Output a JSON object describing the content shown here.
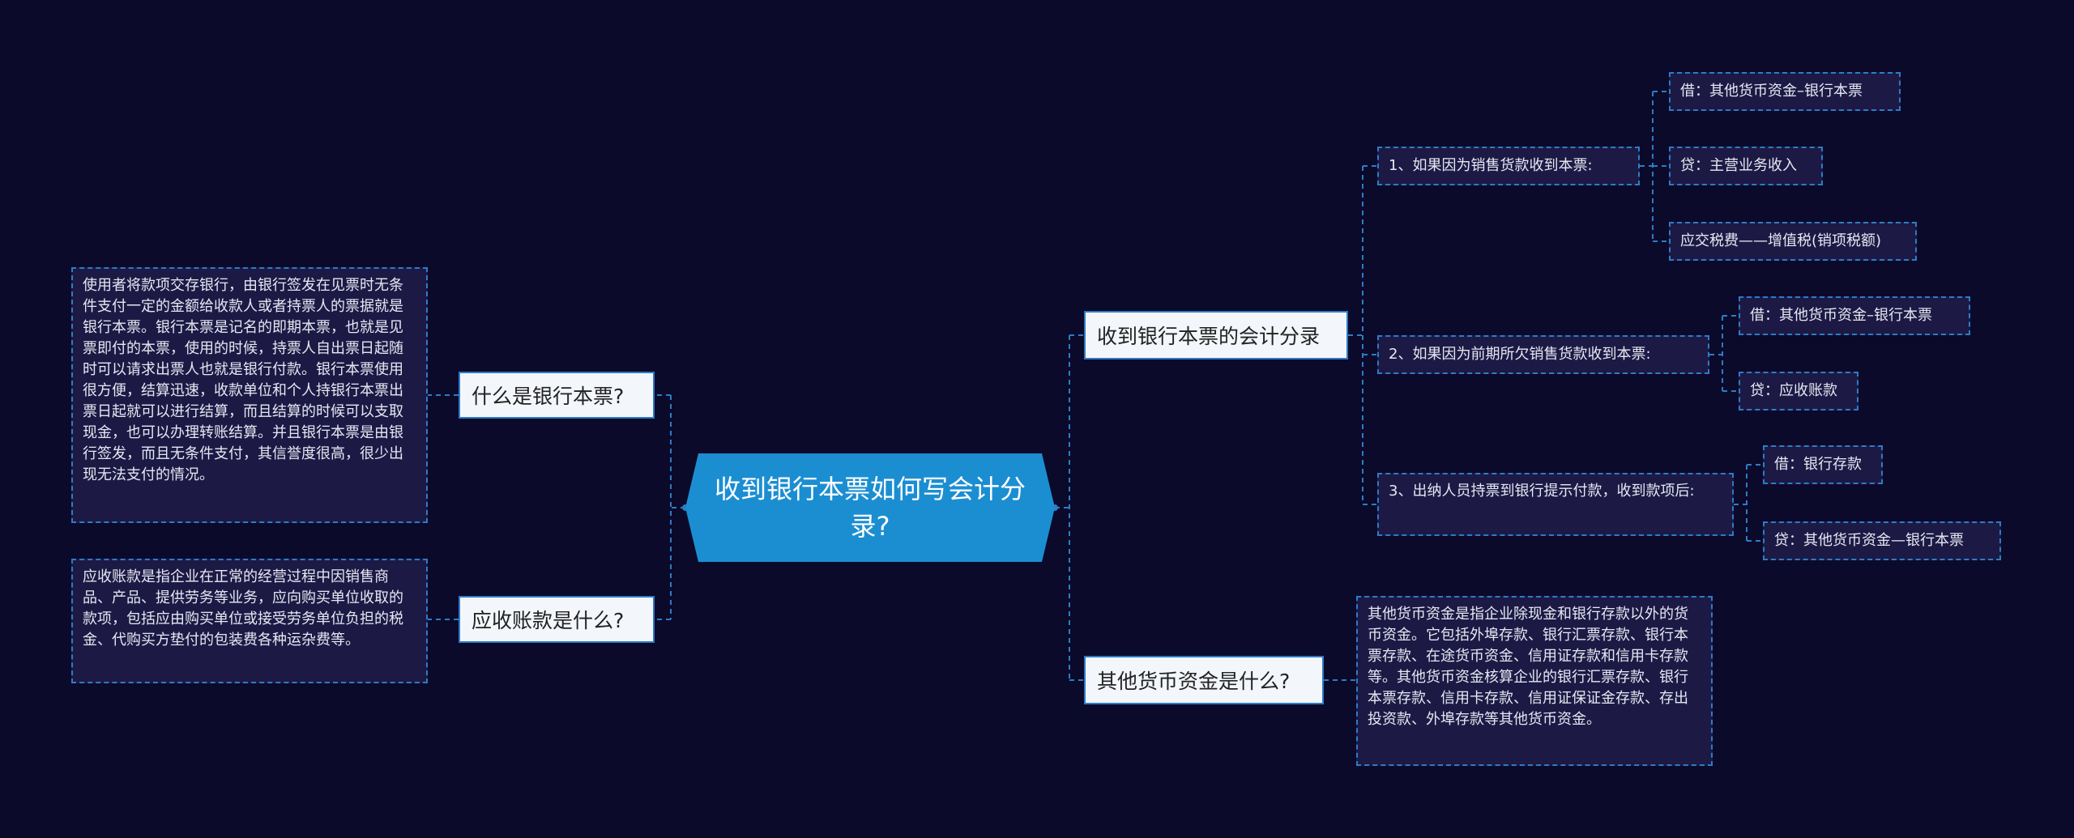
{
  "root": {
    "title": "收到银行本票如何写会计分录?"
  },
  "left": [
    {
      "label": "什么是银行本票?",
      "detail": "使用者将款项交存银行，由银行签发在见票时无条件支付一定的金额给收款人或者持票人的票据就是银行本票。银行本票是记名的即期本票，也就是见票即付的本票，使用的时候，持票人自出票日起随时可以请求出票人也就是银行付款。银行本票使用很方便，结算迅速，收款单位和个人持银行本票出票日起就可以进行结算，而且结算的时候可以支取现金，也可以办理转账结算。并且银行本票是由银行签发，而且无条件支付，其信誉度很高，很少出现无法支付的情况。"
    },
    {
      "label": "应收账款是什么?",
      "detail": "应收账款是指企业在正常的经营过程中因销售商品、产品、提供劳务等业务，应向购买单位收取的款项，包括应由购买单位或接受劳务单位负担的税金、代购买方垫付的包装费各种运杂费等。"
    }
  ],
  "right": [
    {
      "label": "收到银行本票的会计分录",
      "children": [
        {
          "label": "1、如果因为销售货款收到本票:",
          "children": [
            "借：其他货币资金–银行本票",
            "贷：主营业务收入",
            "应交税费——增值税(销项税额)"
          ]
        },
        {
          "label": "2、如果因为前期所欠销售货款收到本票:",
          "children": [
            "借：其他货币资金–银行本票",
            "贷：应收账款"
          ]
        },
        {
          "label": "3、出纳人员持票到银行提示付款，收到款项后:",
          "children": [
            "借：银行存款",
            "贷：其他货币资金—银行本票"
          ]
        }
      ]
    },
    {
      "label": "其他货币资金是什么?",
      "detail": "其他货币资金是指企业除现金和银行存款以外的货币资金。它包括外埠存款、银行汇票存款、银行本票存款、在途货币资金、信用证存款和信用卡存款等。其他货币资金核算企业的银行汇票存款、银行本票存款、信用卡存款、信用证保证金存款、存出投资款、外埠存款等其他货币资金。"
    }
  ],
  "colors": {
    "background": "#0b0a2a",
    "root": "#1b8ed2",
    "line": "#2e7bc6",
    "detail_bg": "#1c1a45"
  }
}
